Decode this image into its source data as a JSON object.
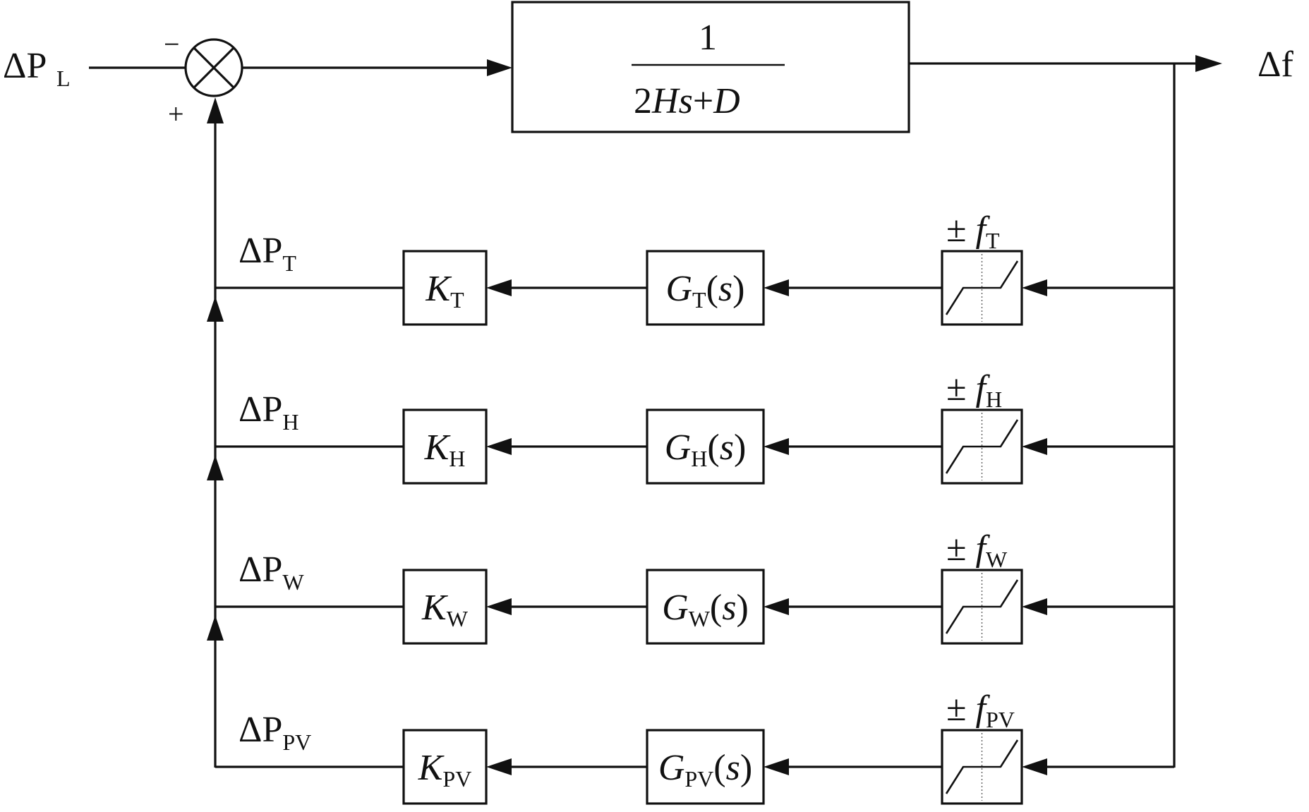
{
  "summing_junction": {
    "minus_sign": "−",
    "plus_sign": "+"
  },
  "input_signal": {
    "symbol": "ΔP",
    "subscript": "L"
  },
  "output_signal": {
    "symbol": "Δf"
  },
  "system_block": {
    "numerator": "1",
    "denominator": {
      "pre": "2",
      "H": "H",
      "s": "s",
      "plus": "+",
      "D": "D"
    }
  },
  "branches": [
    {
      "id": "T",
      "power_symbol": "ΔP",
      "subscript": "T",
      "gain_symbol": "K",
      "tf_symbol": "G",
      "tf_arg": "s",
      "deadband_prefix": "±",
      "deadband_symbol": "f"
    },
    {
      "id": "H",
      "power_symbol": "ΔP",
      "subscript": "H",
      "gain_symbol": "K",
      "tf_symbol": "G",
      "tf_arg": "s",
      "deadband_prefix": "±",
      "deadband_symbol": "f"
    },
    {
      "id": "W",
      "power_symbol": "ΔP",
      "subscript": "W",
      "gain_symbol": "K",
      "tf_symbol": "G",
      "tf_arg": "s",
      "deadband_prefix": "±",
      "deadband_symbol": "f"
    },
    {
      "id": "PV",
      "power_symbol": "ΔP",
      "subscript": "PV",
      "gain_symbol": "K",
      "tf_symbol": "G",
      "tf_arg": "s",
      "deadband_prefix": "±",
      "deadband_symbol": "f"
    }
  ]
}
